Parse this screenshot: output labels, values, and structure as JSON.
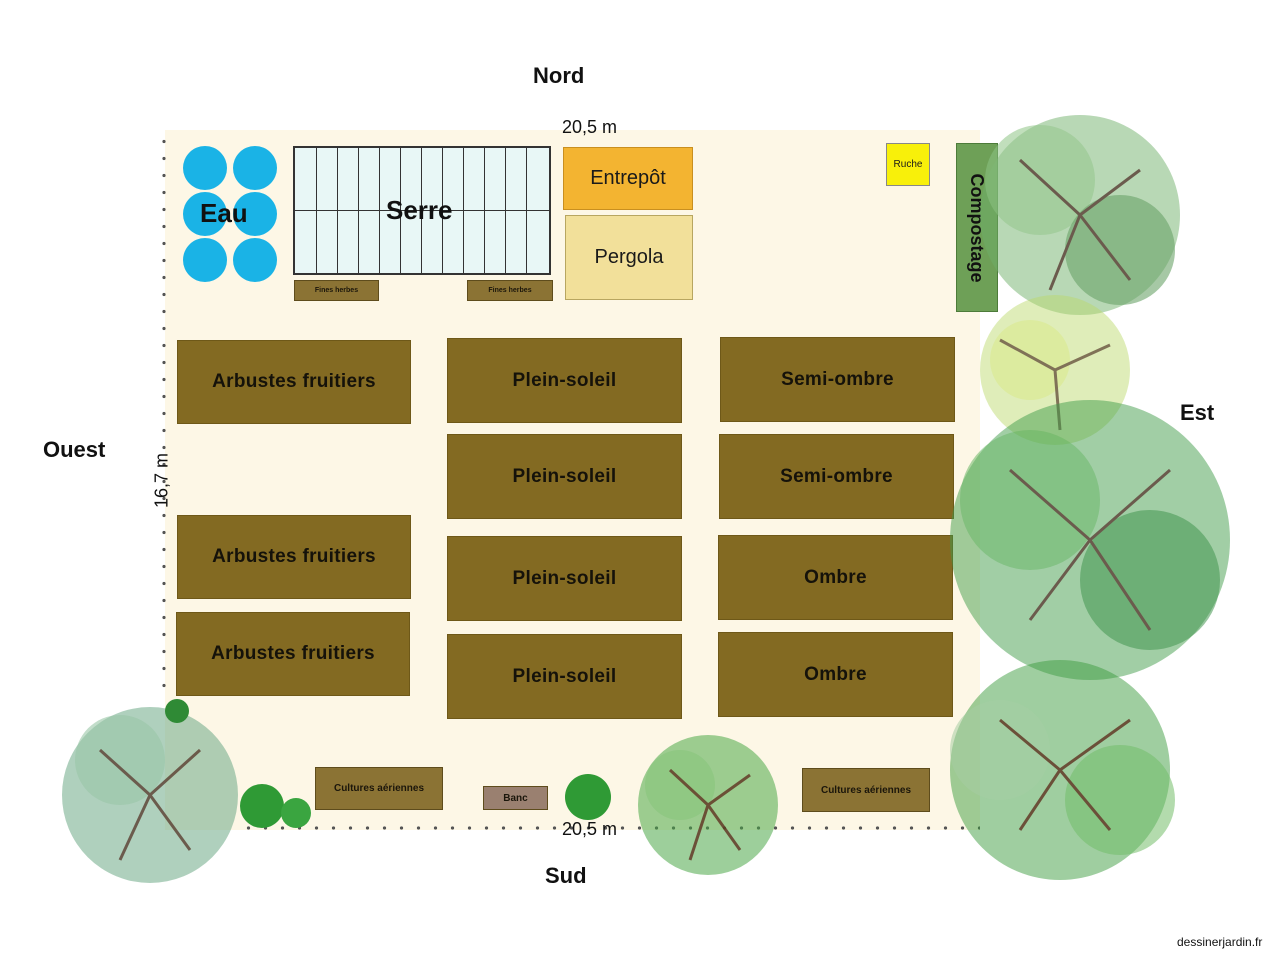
{
  "compass": {
    "north": "Nord",
    "south": "Sud",
    "east": "Est",
    "west": "Ouest"
  },
  "dimensions": {
    "top": "20,5 m",
    "bottom": "20,5 m",
    "side": "16,7 m"
  },
  "zones": {
    "water": "Eau",
    "greenhouse": "Serre",
    "storage": "Entrepôt",
    "pergola": "Pergola",
    "hive": "Ruche",
    "compost": "Compostage",
    "herbs_left": "Fines herbes",
    "herbs_right": "Fines herbes",
    "shed": "Banc"
  },
  "beds": {
    "west": [
      "Arbustes fruitiers",
      "Arbustes fruitiers",
      "Arbustes fruitiers"
    ],
    "center": [
      "Plein-soleil",
      "Plein-soleil",
      "Plein-soleil",
      "Plein-soleil"
    ],
    "east": [
      "Semi-ombre",
      "Semi-ombre",
      "Ombre",
      "Ombre"
    ]
  },
  "south_beds": {
    "left": "Cultures aériennes",
    "right": "Cultures aériennes"
  },
  "colors": {
    "plot": "#fdf7e6",
    "bed": "#836a22",
    "water": "#1ab3e6",
    "storage": "#f3b431",
    "pergola": "#f2e09a",
    "hive": "#f8f00a",
    "compost": "#6ea057"
  },
  "credit": "dessinerjardin.fr"
}
